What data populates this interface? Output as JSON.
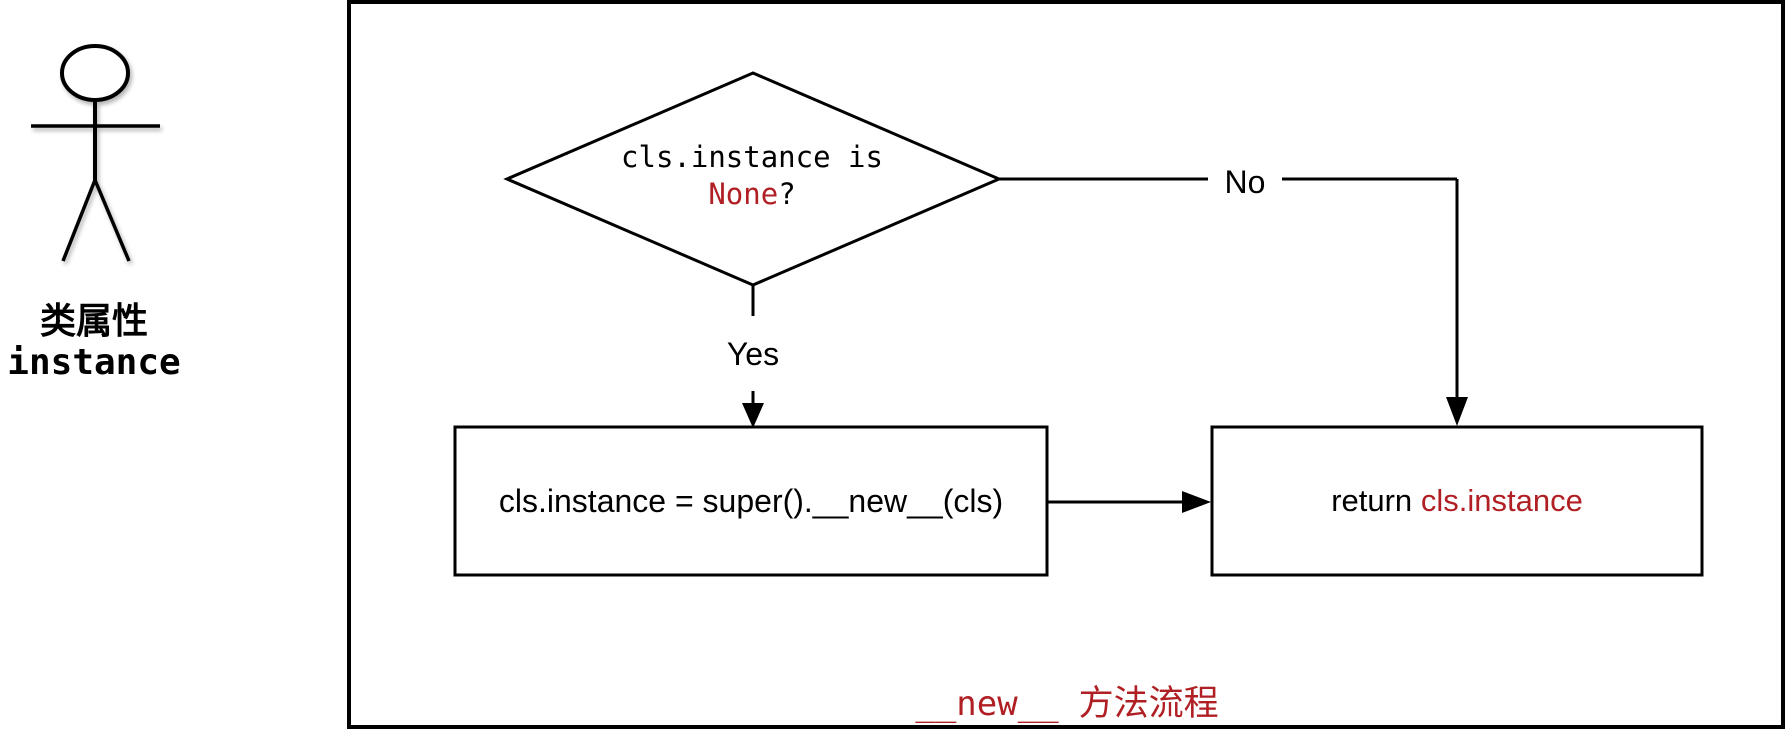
{
  "colors": {
    "accent_red": "#b01f24",
    "line_black": "#000000",
    "background": "#ffffff"
  },
  "actor": {
    "label_line1": "类属性",
    "label_line2": "instance"
  },
  "flowchart": {
    "decision": {
      "text_black": "cls.instance is",
      "text_red": "None",
      "text_suffix": "?"
    },
    "yes_label": "Yes",
    "no_label": "No",
    "assign_box": {
      "text": "cls.instance = super().__new__(cls)"
    },
    "return_box": {
      "text_black": "return",
      "text_red": "cls.instance"
    },
    "caption": {
      "code": "__new__",
      "text": "方法流程"
    }
  }
}
